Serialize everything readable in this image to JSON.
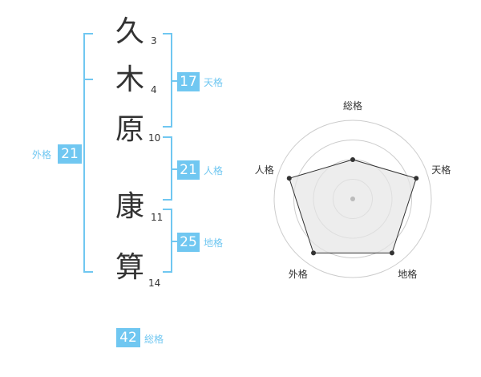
{
  "name": {
    "characters": [
      {
        "char": "久",
        "strokes": "3"
      },
      {
        "char": "木",
        "strokes": "4"
      },
      {
        "char": "原",
        "strokes": "10"
      },
      {
        "char": "康",
        "strokes": "11"
      },
      {
        "char": "算",
        "strokes": "14"
      }
    ]
  },
  "fortunes": {
    "tenkaku": {
      "value": "17",
      "label": "天格"
    },
    "jinkaku": {
      "value": "21",
      "label": "人格"
    },
    "chikaku": {
      "value": "25",
      "label": "地格"
    },
    "gaikaku": {
      "value": "21",
      "label": "外格"
    },
    "soukaku": {
      "value": "42",
      "label": "総格"
    }
  },
  "colors": {
    "accent": "#70c7f1",
    "text": "#333333",
    "radar_fill": "#e6e6e6",
    "radar_grid": "#cccccc"
  },
  "chart_data": {
    "type": "radar",
    "axes": [
      "総格",
      "天格",
      "地格",
      "外格",
      "人格"
    ],
    "values": [
      0.5,
      0.85,
      0.85,
      0.85,
      0.85
    ],
    "range": [
      0,
      1
    ],
    "rings": 4
  }
}
